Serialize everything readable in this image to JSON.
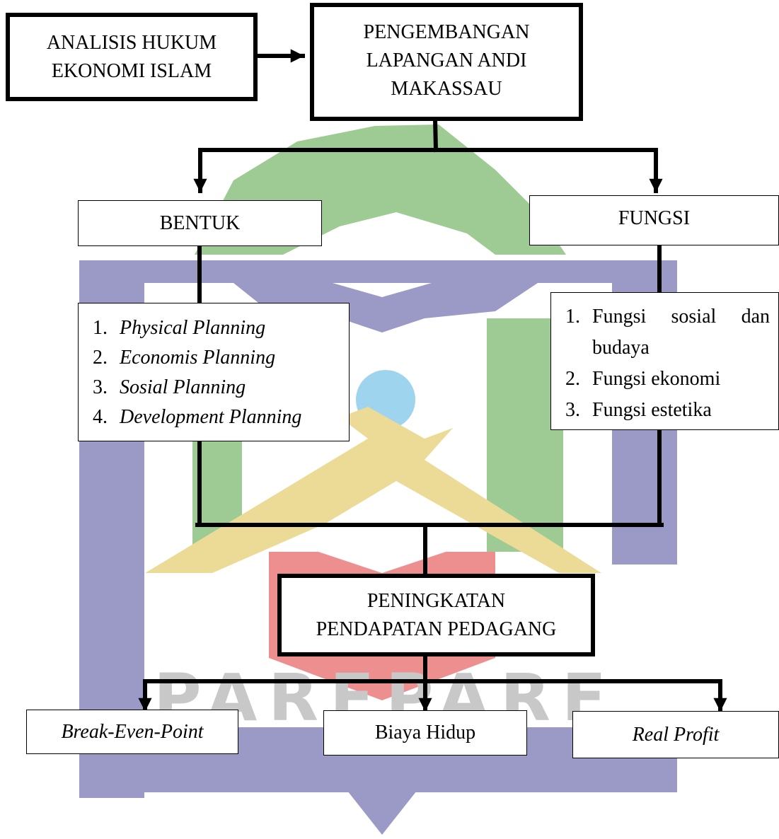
{
  "colors": {
    "watermark_green": "#9ecb93",
    "watermark_purple": "#9b9ac6",
    "watermark_yellow": "#ecdb96",
    "watermark_red": "#ee8f8f",
    "watermark_blue": "#9fd4ee",
    "watermark_gray": "#c8c8c8",
    "line": "#000000"
  },
  "watermark": {
    "text": "PAREPARE"
  },
  "nodes": {
    "analisis": {
      "line1": "ANALISIS HUKUM",
      "line2": "EKONOMI ISLAM"
    },
    "pengembangan": {
      "line1": "PENGEMBANGAN",
      "line2": "LAPANGAN ANDI",
      "line3": "MAKASSAU"
    },
    "bentuk": {
      "label": "BENTUK"
    },
    "fungsi": {
      "label": "FUNGSI"
    },
    "peningkatan": {
      "line1": "PENINGKATAN",
      "line2": "PENDAPATAN PEDAGANG"
    },
    "bep": {
      "label": "Break-Even-Point"
    },
    "biaya": {
      "label": "Biaya Hidup"
    },
    "profit": {
      "label": "Real Profit"
    }
  },
  "bentuk_list": [
    {
      "num": "1.",
      "text": "Physical Planning"
    },
    {
      "num": "2.",
      "text": "Economis Planning"
    },
    {
      "num": "3.",
      "text": "Sosial Planning"
    },
    {
      "num": "4.",
      "text": "Development Planning"
    }
  ],
  "fungsi_list": {
    "item1": {
      "num": "1.",
      "w1": "Fungsi",
      "w2": "sosial",
      "w3": "dan",
      "cont": "budaya"
    },
    "item2": {
      "num": "2.",
      "text": "Fungsi ekonomi"
    },
    "item3": {
      "num": "3.",
      "text": "Fungsi estetika"
    }
  }
}
